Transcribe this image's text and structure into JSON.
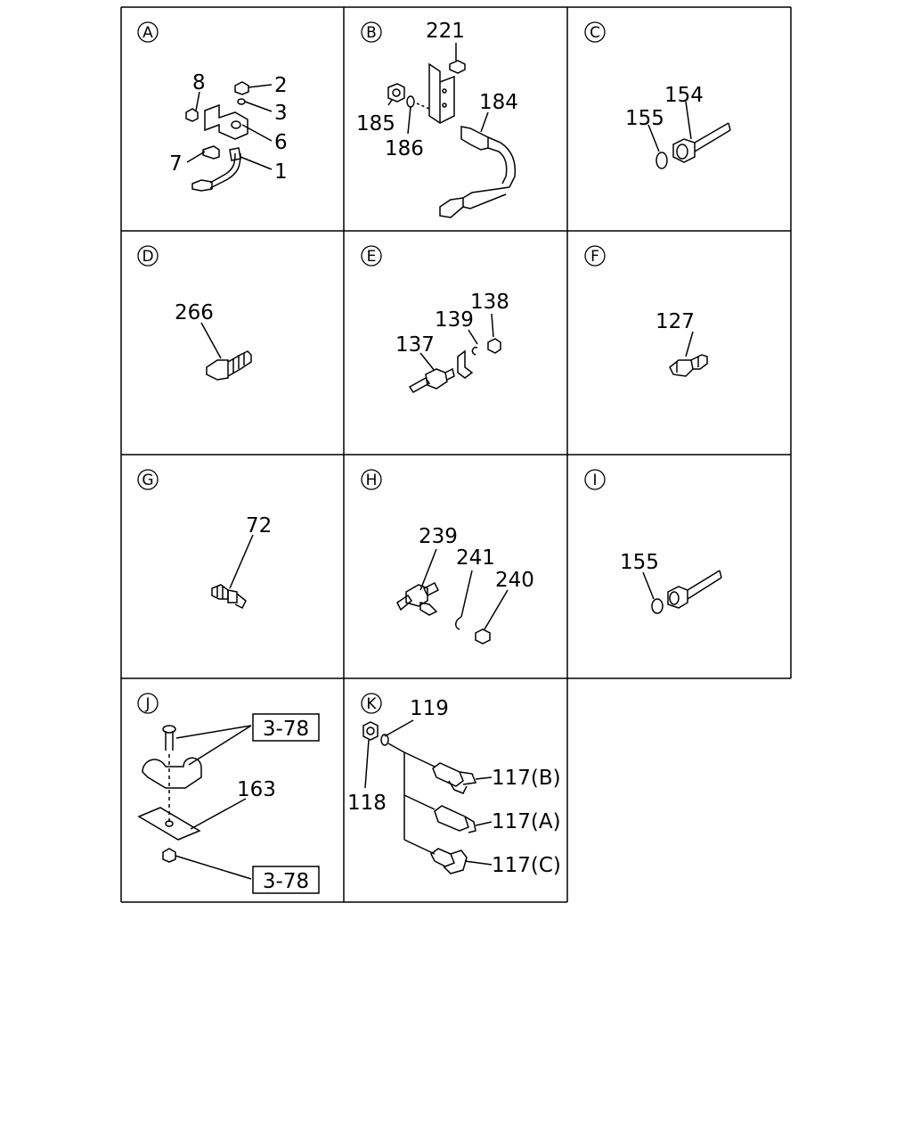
{
  "panels": [
    {
      "letter": "A",
      "labels": [
        "8",
        "2",
        "3",
        "6",
        "7",
        "1"
      ]
    },
    {
      "letter": "B",
      "labels": [
        "221",
        "184",
        "185",
        "186"
      ]
    },
    {
      "letter": "C",
      "labels": [
        "154",
        "155"
      ]
    },
    {
      "letter": "D",
      "labels": [
        "266"
      ]
    },
    {
      "letter": "E",
      "labels": [
        "138",
        "139",
        "137"
      ]
    },
    {
      "letter": "F",
      "labels": [
        "127"
      ]
    },
    {
      "letter": "G",
      "labels": [
        "72"
      ]
    },
    {
      "letter": "H",
      "labels": [
        "239",
        "241",
        "240"
      ]
    },
    {
      "letter": "I",
      "labels": [
        "155"
      ]
    },
    {
      "letter": "J",
      "labels": [
        "3-78",
        "163",
        "3-78"
      ]
    },
    {
      "letter": "K",
      "labels": [
        "119",
        "118",
        "117(B)",
        "117(A)",
        "117(C)"
      ]
    }
  ]
}
